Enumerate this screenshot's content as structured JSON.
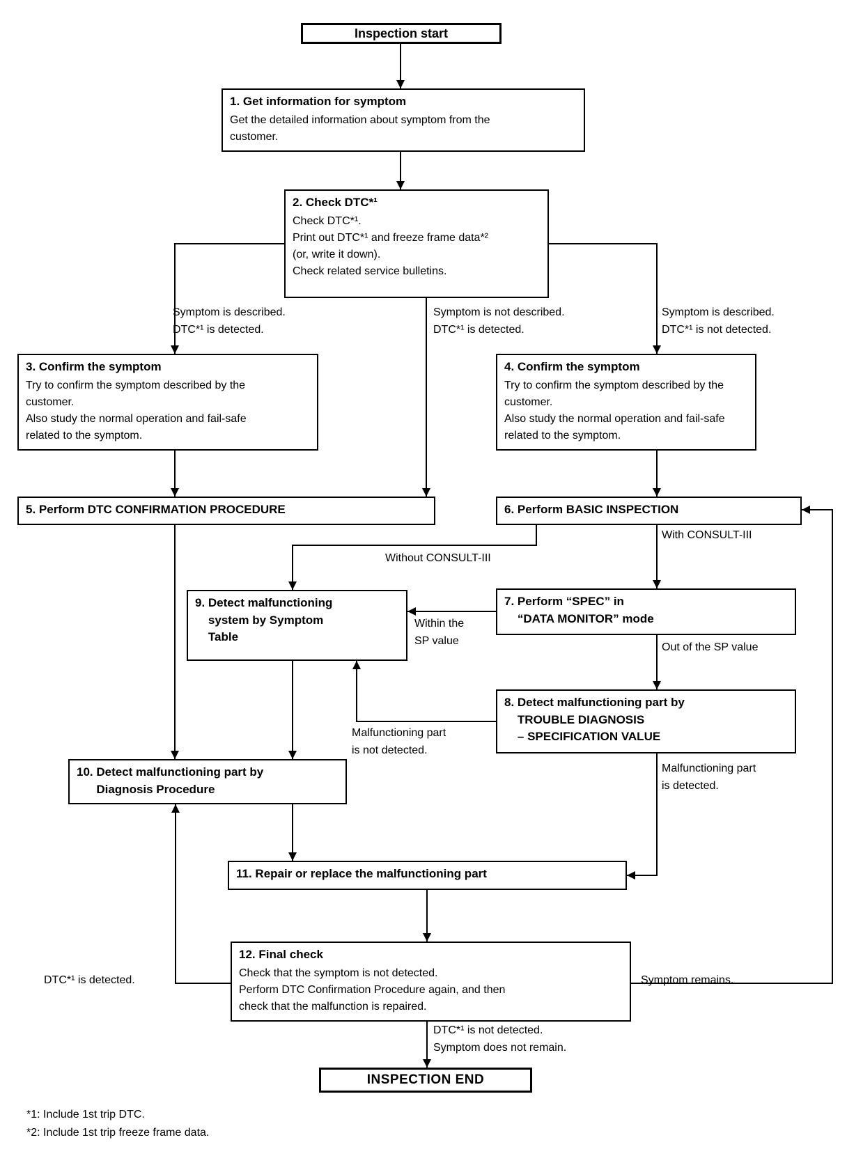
{
  "start": {
    "label": "Inspection start"
  },
  "end": {
    "label": "INSPECTION END"
  },
  "nodes": {
    "n1": {
      "title": "1. Get information for symptom",
      "body": "Get the detailed information about symptom from the\ncustomer."
    },
    "n2": {
      "title": "2. Check DTC*¹",
      "body": "Check DTC*¹.\nPrint out DTC*¹ and freeze frame data*²\n(or, write it down).\nCheck related service bulletins."
    },
    "n3": {
      "title": "3. Confirm the symptom",
      "body": "Try to confirm the symptom described by the\ncustomer.\nAlso study the normal operation and fail-safe\nrelated to the symptom."
    },
    "n4": {
      "title": "4. Confirm the symptom",
      "body": "Try to confirm the symptom described by the\ncustomer.\nAlso study the normal operation and fail-safe\nrelated to the symptom."
    },
    "n5": {
      "title": "5. Perform DTC CONFIRMATION PROCEDURE",
      "body": ""
    },
    "n6": {
      "title": "6. Perform BASIC INSPECTION",
      "body": ""
    },
    "n7": {
      "title": "7. Perform “SPEC” in\n    “DATA MONITOR” mode",
      "body": ""
    },
    "n8": {
      "title": "8. Detect malfunctioning part by\n    TROUBLE DIAGNOSIS\n    – SPECIFICATION VALUE",
      "body": ""
    },
    "n9": {
      "title": "9. Detect malfunctioning\n    system by Symptom\n    Table",
      "body": ""
    },
    "n10": {
      "title": "10. Detect malfunctioning part by\n      Diagnosis Procedure",
      "body": ""
    },
    "n11": {
      "title": "11. Repair or replace the malfunctioning part",
      "body": ""
    },
    "n12": {
      "title": "12. Final check",
      "body": "Check that the symptom is not detected.\nPerform DTC Confirmation Procedure again, and then\ncheck that the malfunction is repaired."
    }
  },
  "labels": {
    "branch_left": "Symptom is described.\nDTC*¹ is detected.",
    "branch_middle": "Symptom is not described.\nDTC*¹ is detected.",
    "branch_right": "Symptom is described.\nDTC*¹ is not detected.",
    "with_consult": "With CONSULT-III",
    "without_consult": "Without CONSULT-III",
    "within_sp": "Within the\nSP value",
    "out_sp": "Out of the SP value",
    "part_not_detected": "Malfunctioning part\nis not detected.",
    "part_detected": "Malfunctioning part\nis detected.",
    "dtc_detected": "DTC*¹ is detected.",
    "symptom_remains": "Symptom remains.",
    "final_ok": "DTC*¹ is not detected.\nSymptom does not remain."
  },
  "footnotes": [
    "*1: Include 1st trip DTC.",
    "*2: Include 1st trip freeze frame data."
  ]
}
